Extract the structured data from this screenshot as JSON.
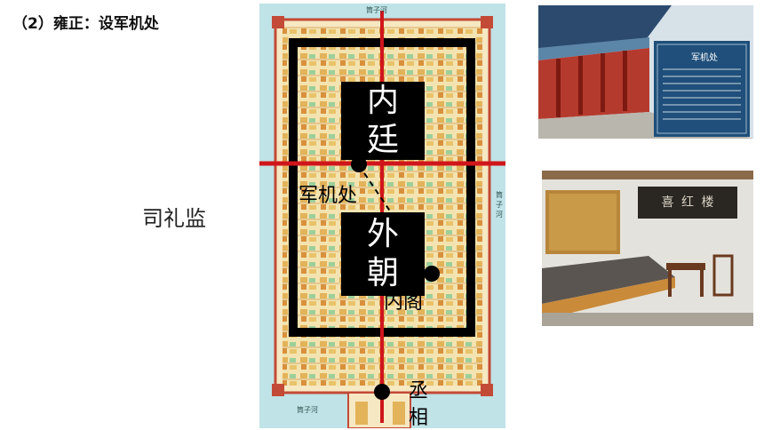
{
  "slide": {
    "title": "（2）雍正：设军机处",
    "side_label": "司礼监"
  },
  "map": {
    "moat_label_top": "筒子河",
    "moat_label_bottom": "筒子河",
    "moat_label_right": "筒子河",
    "inner_court": [
      "内",
      "廷"
    ],
    "outer_court": [
      "外",
      "朝"
    ],
    "junjichu_label": "军机处",
    "neige_label": "内阁",
    "chengxiang": [
      "丞",
      "相"
    ]
  },
  "photos": {
    "top_sign_title": "军机处",
    "bottom_plaque": "喜 红 楼"
  }
}
